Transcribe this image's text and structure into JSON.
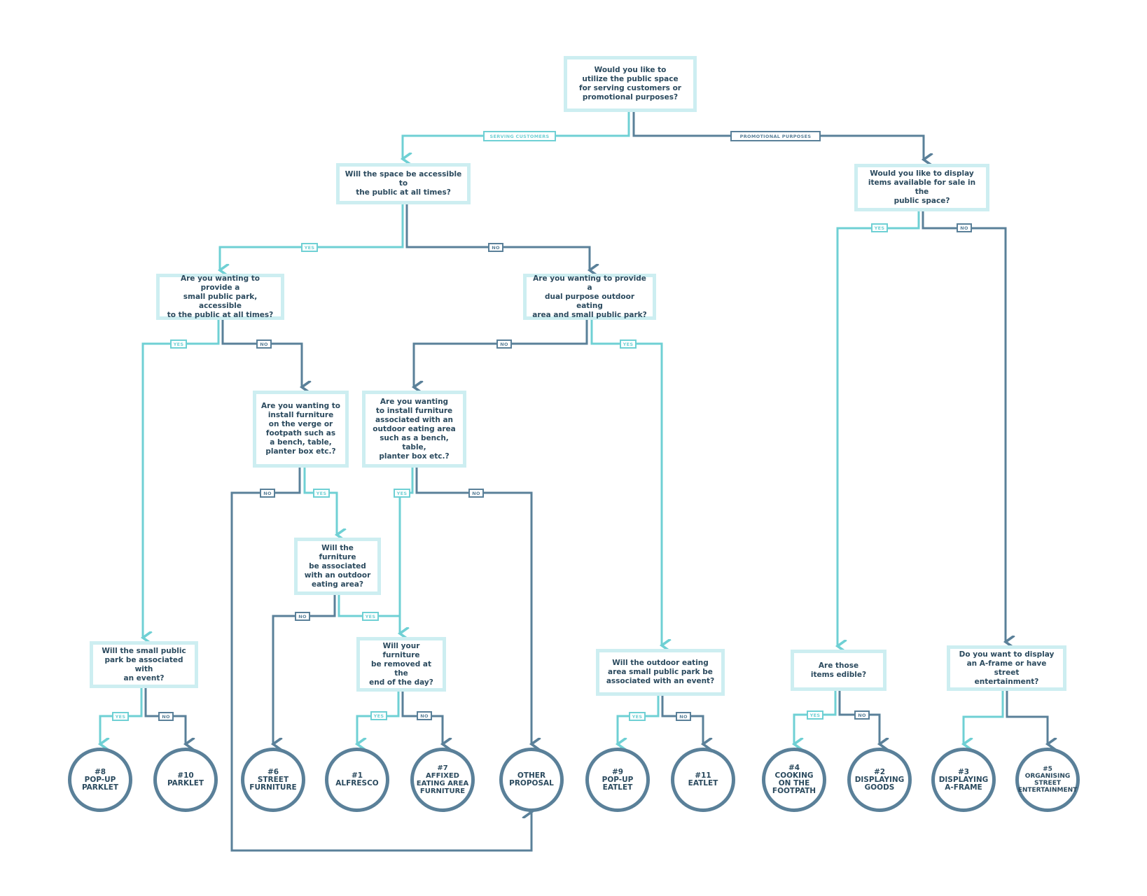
{
  "colors": {
    "yes_line": "#6fd0d4",
    "no_line": "#5a8099",
    "box_border": "#cdeef1",
    "text": "#2b4a5e"
  },
  "questions": {
    "q1": "Would you like to\nutilize the public space\nfor serving customers or\npromotional purposes?",
    "q2": "Will the space be accessible to\nthe public at all times?",
    "q3": "Would you like to display\nitems available for sale in the\npublic space?",
    "q4": "Are you wanting to provide a\nsmall public park, accessible\nto the public at all times?",
    "q5": "Are you wanting to provide a\ndual purpose outdoor eating\narea and small public park?",
    "q6": "Are you wanting to\ninstall furniture\non the verge or\nfootpath such as\na bench, table,\nplanter box etc.?",
    "q7": "Are you wanting\nto install furniture\nassociated with an\noutdoor eating area\nsuch as a bench, table,\nplanter box etc.?",
    "q8": "Will the furniture\nbe associated\nwith an outdoor\neating area?",
    "q9": "Will the small public\npark be associated with\nan event?",
    "q10": "Will your furniture\nbe removed at the\nend of the day?",
    "q11": "Will the outdoor eating\narea small public park be\nassociated with an event?",
    "q12": "Are those\nitems edible?",
    "q13": "Do you want to display\nan A-frame or have street\nentertainment?"
  },
  "outcomes": {
    "o8": "#8\nPOP-UP\nPARKLET",
    "o10": "#10\nPARKLET",
    "o6": "#6\nSTREET\nFURNITURE",
    "o1": "#1\nALFRESCO",
    "o7": "#7\nAFFIXED\nEATING AREA\nFURNITURE",
    "oOther": "OTHER\nPROPOSAL",
    "o9": "#9\nPOP-UP\nEATLET",
    "o11": "#11\nEATLET",
    "o4": "#4\nCOOKING\nON THE\nFOOTPATH",
    "o2": "#2\nDISPLAYING\nGOODS",
    "o3": "#3\nDISPLAYING\nA-FRAME",
    "o5": "#5\nORGANISING\nSTREET\nENTERTAINMENT"
  },
  "labels": {
    "serving": "SERVING CUSTOMERS",
    "promo": "PROMOTIONAL PURPOSES",
    "yes": "YES",
    "no": "NO"
  }
}
